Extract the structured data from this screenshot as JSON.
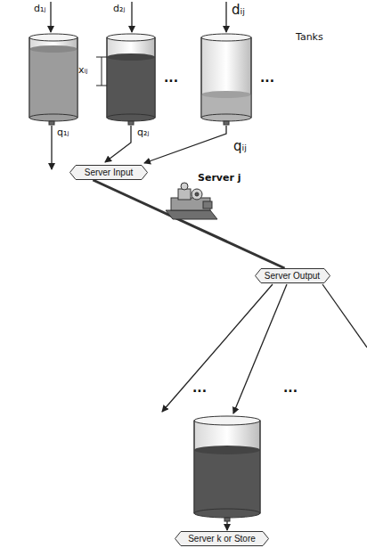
{
  "diagram": {
    "nodes": [
      {
        "text": [
          "Server Input"
        ]
      },
      {
        "text": [
          "Server Output"
        ]
      },
      {
        "text": [
          "Server k or Store"
        ]
      }
    ],
    "edges": [
      {
        "from": 0,
        "to": 1,
        "arrow": "none"
      }
    ],
    "labels": [
      "d₁ⱼ",
      "d₂ⱼ",
      "dᵢⱼ",
      "Tanks",
      "xᵢⱼ",
      "...",
      "...",
      "q₁ⱼ",
      "q₂ⱼ",
      "qᵢⱼ",
      "Server j",
      "...",
      "..."
    ]
  }
}
